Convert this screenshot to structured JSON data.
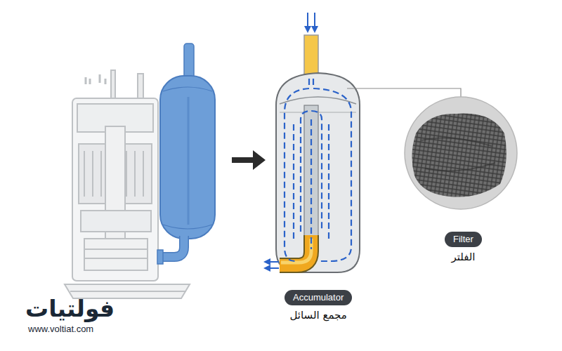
{
  "diagram": {
    "nodes": [
      {
        "text": [
          "Filter",
          "الفلتر"
        ]
      },
      {
        "text": [
          "Accumulator",
          "مجمع السائل"
        ]
      }
    ],
    "labels": [
      "فولتيات",
      "www.voltiat.com"
    ]
  }
}
